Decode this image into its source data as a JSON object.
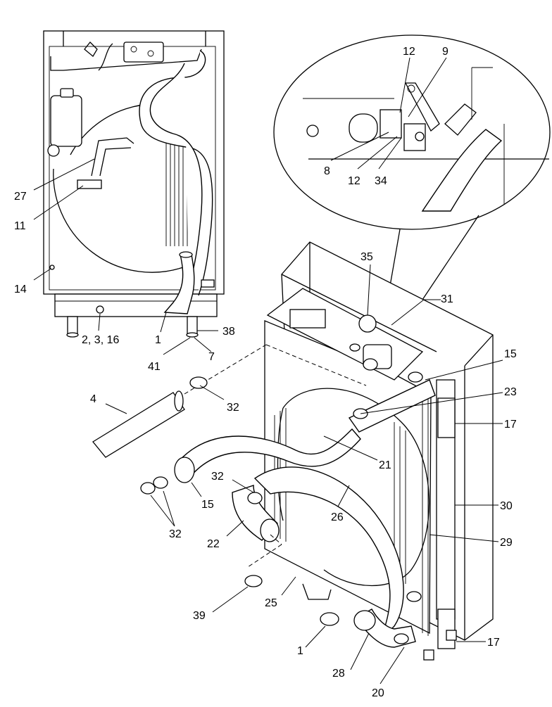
{
  "callouts": {
    "c12a": "12",
    "c9": "9",
    "c8": "8",
    "c12b": "12",
    "c34": "34",
    "c27": "27",
    "c11": "11",
    "c14": "14",
    "c2_3_16": "2, 3, 16",
    "c1a": "1",
    "c38": "38",
    "c41": "41",
    "c7": "7",
    "c35": "35",
    "c31": "31",
    "c15a": "15",
    "c23": "23",
    "c17a": "17",
    "c4": "4",
    "c32a": "32",
    "c21": "21",
    "c30": "30",
    "c32b": "32",
    "c26": "26",
    "c15b": "15",
    "c32c": "32",
    "c22": "22",
    "c29": "29",
    "c25": "25",
    "c39": "39",
    "c17b": "17",
    "c1b": "1",
    "c28": "28",
    "c20": "20"
  },
  "colors": {
    "line": "#000000",
    "background": "#ffffff"
  }
}
